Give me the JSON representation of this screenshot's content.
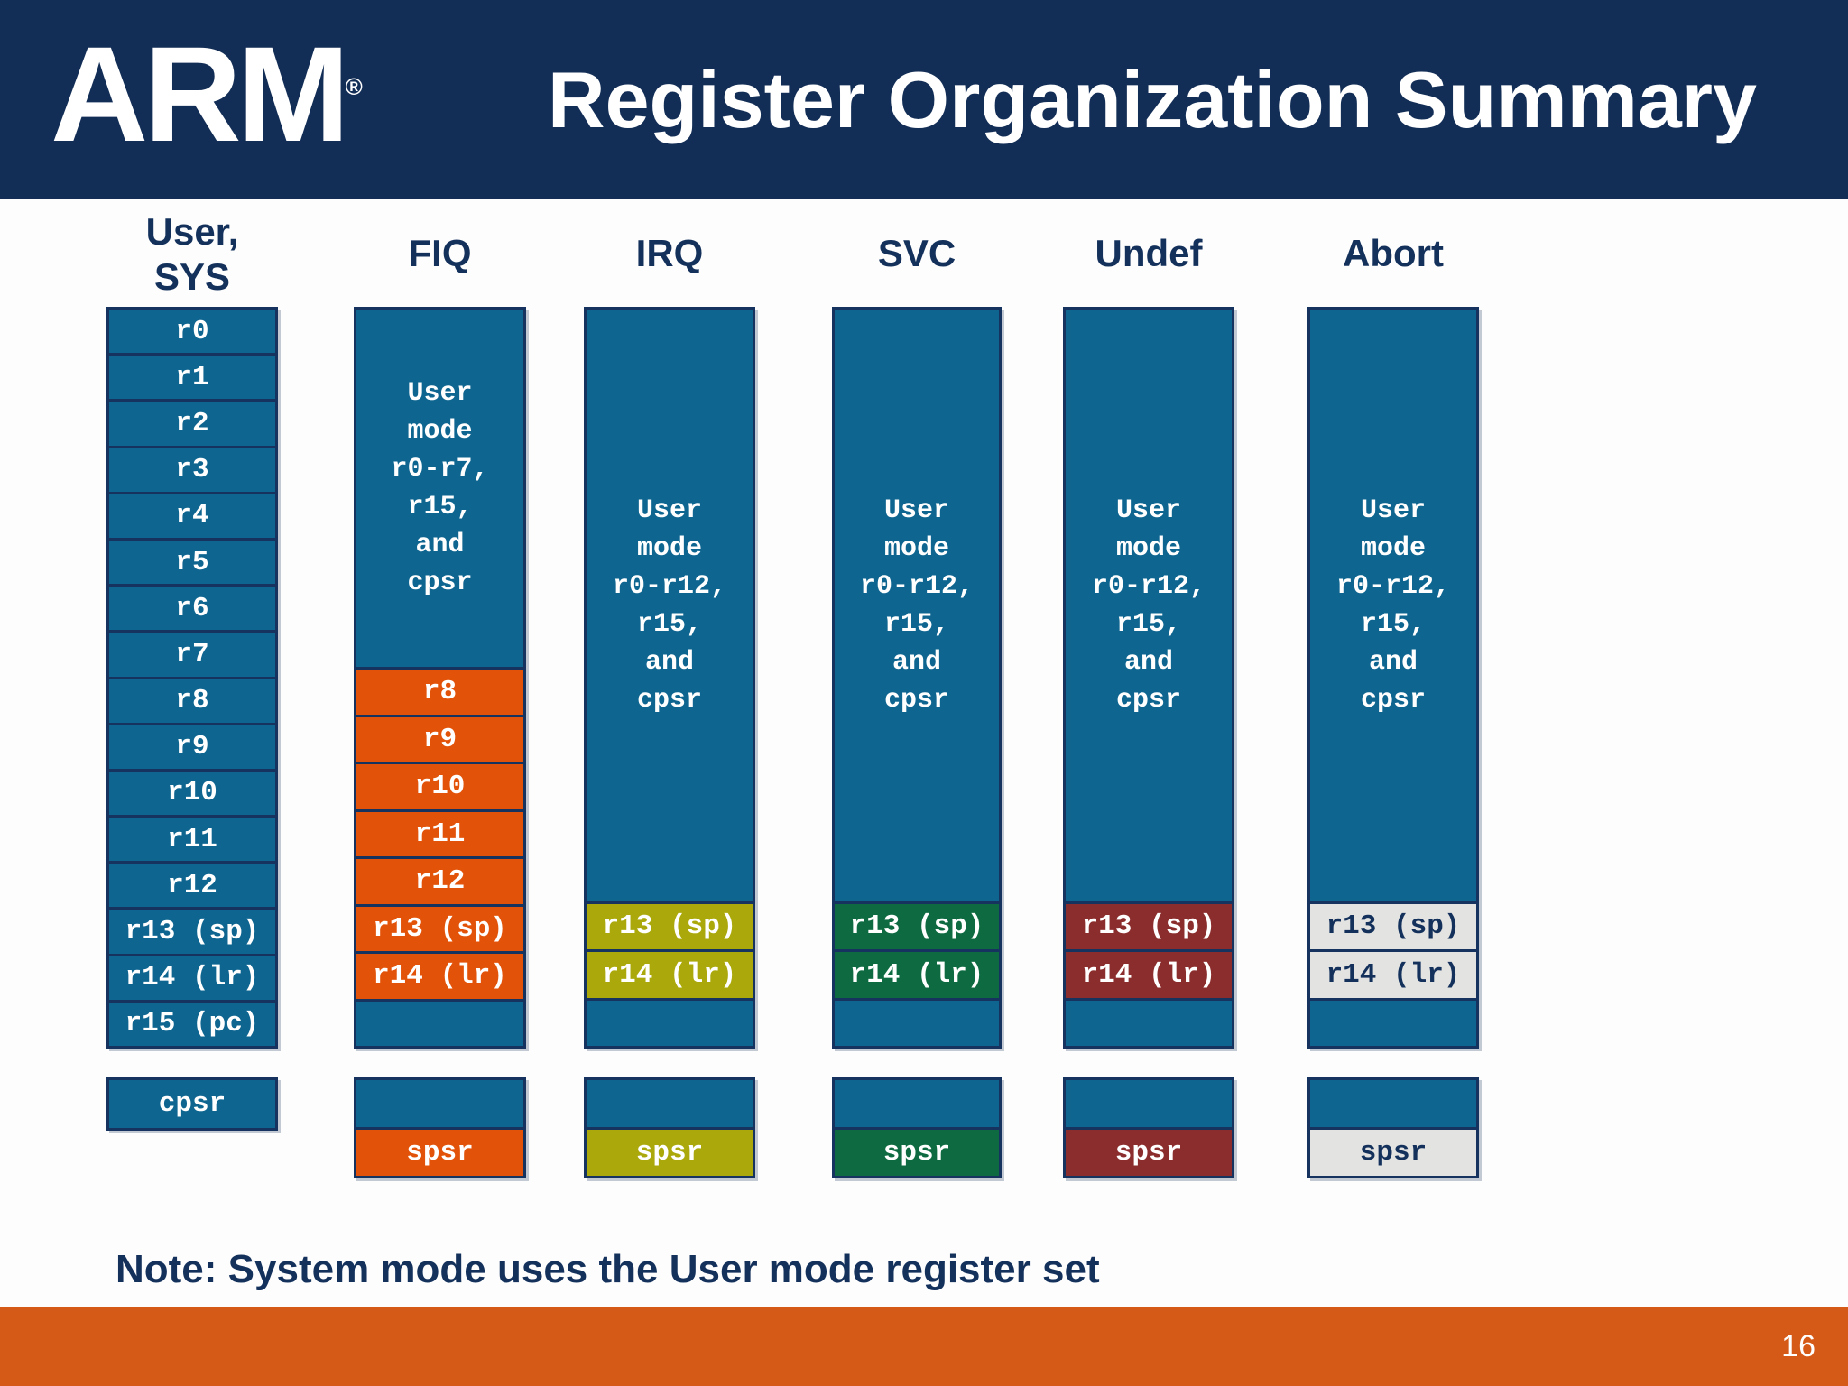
{
  "header": {
    "logo": "ARM",
    "registered_mark": "®",
    "title": "Register Organization Summary"
  },
  "colors": {
    "blue": "#0e6590",
    "orange": "#e25309",
    "olive": "#aaa80b",
    "green": "#0e6b41",
    "maroon": "#8c2d2d",
    "gray": "#e3e3e1",
    "navy": "#14315c",
    "header_bg": "#132e56",
    "footer_bg": "#d55a18",
    "border": "#16325e",
    "white": "#ffffff"
  },
  "columns": [
    {
      "id": "user_sys",
      "header_lines": [
        "User,",
        "SYS"
      ],
      "mode_color": "blue",
      "registers": [
        "r0",
        "r1",
        "r2",
        "r3",
        "r4",
        "r5",
        "r6",
        "r7",
        "r8",
        "r9",
        "r10",
        "r11",
        "r12",
        "r13 (sp)",
        "r14 (lr)",
        "r15 (pc)"
      ],
      "status_box": {
        "label": "cpsr",
        "colored": false
      }
    },
    {
      "id": "fiq",
      "header_lines": [
        "FIQ"
      ],
      "mode_color": "orange",
      "shared_lines": [
        "User",
        "mode",
        "r0-r7,",
        "r15,",
        "and",
        "cpsr"
      ],
      "shared_rows": 8,
      "banked_registers": [
        "r8",
        "r9",
        "r10",
        "r11",
        "r12",
        "r13 (sp)",
        "r14 (lr)"
      ],
      "trailing_blank_rows": 1,
      "status_box": {
        "label": "spsr",
        "colored": true
      }
    },
    {
      "id": "irq",
      "header_lines": [
        "IRQ"
      ],
      "mode_color": "olive",
      "shared_lines": [
        "User",
        "mode",
        "r0-r12,",
        "r15,",
        "and",
        "cpsr"
      ],
      "shared_rows": 13,
      "banked_registers": [
        "r13 (sp)",
        "r14 (lr)"
      ],
      "trailing_blank_rows": 1,
      "status_box": {
        "label": "spsr",
        "colored": true
      }
    },
    {
      "id": "svc",
      "header_lines": [
        "SVC"
      ],
      "mode_color": "green",
      "shared_lines": [
        "User",
        "mode",
        "r0-r12,",
        "r15,",
        "and",
        "cpsr"
      ],
      "shared_rows": 13,
      "banked_registers": [
        "r13 (sp)",
        "r14 (lr)"
      ],
      "trailing_blank_rows": 1,
      "status_box": {
        "label": "spsr",
        "colored": true
      }
    },
    {
      "id": "undef",
      "header_lines": [
        "Undef"
      ],
      "mode_color": "maroon",
      "shared_lines": [
        "User",
        "mode",
        "r0-r12,",
        "r15,",
        "and",
        "cpsr"
      ],
      "shared_rows": 13,
      "banked_registers": [
        "r13 (sp)",
        "r14 (lr)"
      ],
      "trailing_blank_rows": 1,
      "status_box": {
        "label": "spsr",
        "colored": true
      }
    },
    {
      "id": "abort",
      "header_lines": [
        "Abort"
      ],
      "mode_color": "gray",
      "text_on_color": "navy",
      "shared_lines": [
        "User",
        "mode",
        "r0-r12,",
        "r15,",
        "and",
        "cpsr"
      ],
      "shared_rows": 13,
      "banked_registers": [
        "r13 (sp)",
        "r14 (lr)"
      ],
      "trailing_blank_rows": 1,
      "status_box": {
        "label": "spsr",
        "colored": true
      }
    }
  ],
  "note": "Note: System mode uses the User mode register set",
  "footer": {
    "page_number": "16"
  }
}
